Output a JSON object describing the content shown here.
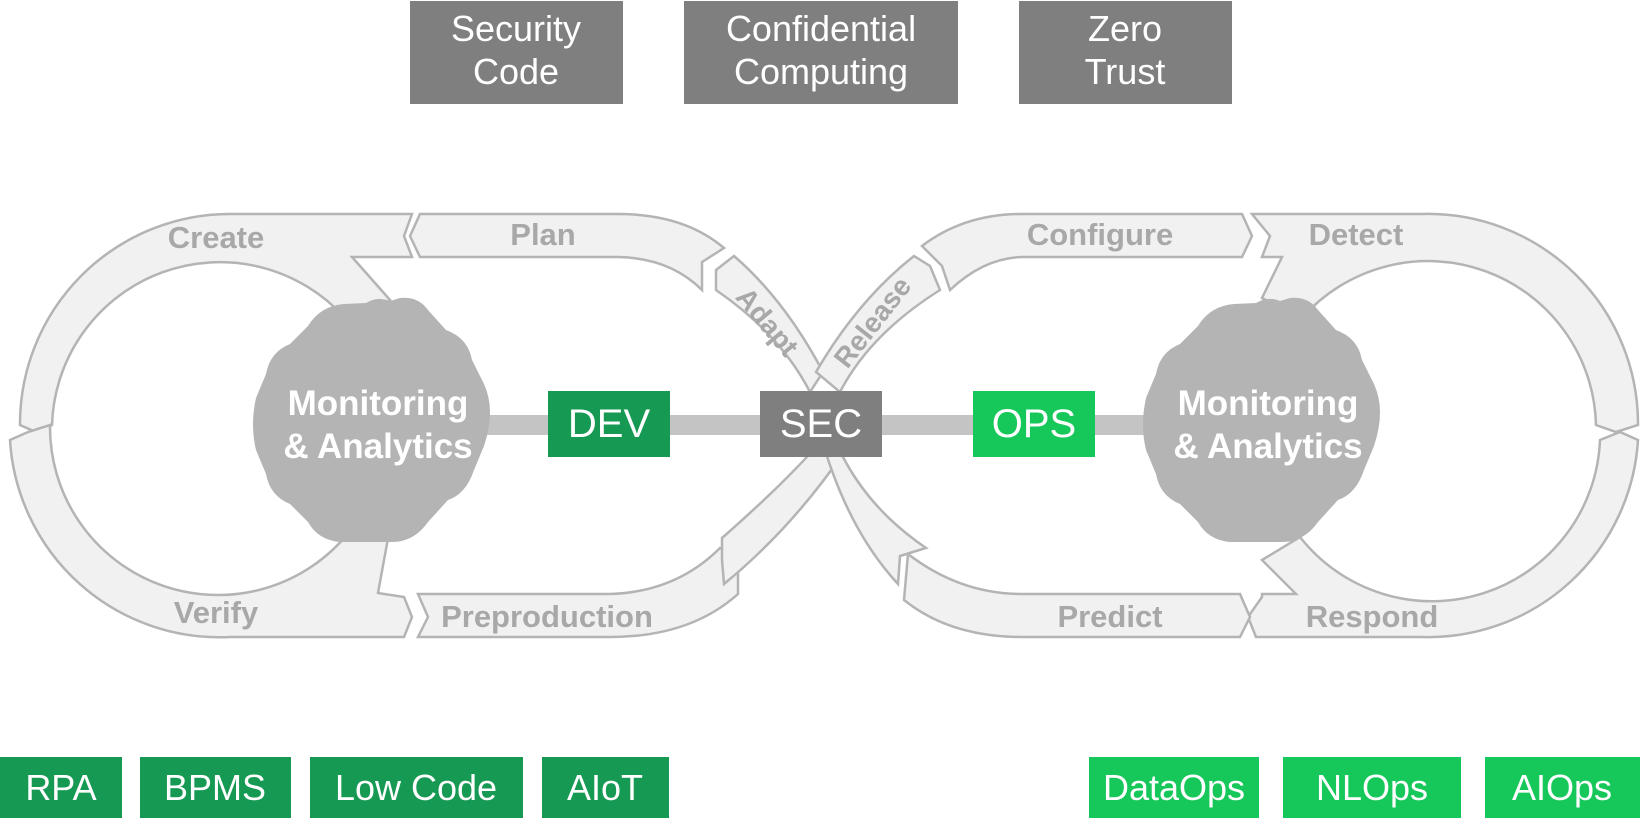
{
  "top_boxes": [
    {
      "line1": "Security",
      "line2": "Code"
    },
    {
      "line1": "Confidential",
      "line2": "Computing"
    },
    {
      "line1": "Zero",
      "line2": "Trust"
    }
  ],
  "loop_segments": {
    "create": "Create",
    "plan": "Plan",
    "adapt": "Adapt",
    "verify": "Verify",
    "preproduction": "Preproduction",
    "release": "Release",
    "configure": "Configure",
    "detect": "Detect",
    "predict": "Predict",
    "respond": "Respond"
  },
  "gears": {
    "left": {
      "line1": "Monitoring",
      "line2": "& Analytics"
    },
    "right": {
      "line1": "Monitoring",
      "line2": "& Analytics"
    }
  },
  "core": {
    "dev": "DEV",
    "sec": "SEC",
    "ops": "OPS"
  },
  "bottom_left": [
    "RPA",
    "BPMS",
    "Low Code",
    "AIoT"
  ],
  "bottom_right": [
    "DataOps",
    "NLOps",
    "AIOps"
  ],
  "colors": {
    "top_box": "#7f7f7f",
    "dev": "#169a53",
    "sec": "#7f7f7f",
    "ops": "#16c75a",
    "gear": "#b4b4b4",
    "connector": "#c4c4c4",
    "bottom_left": "#169a53",
    "bottom_right": "#16c75a"
  }
}
